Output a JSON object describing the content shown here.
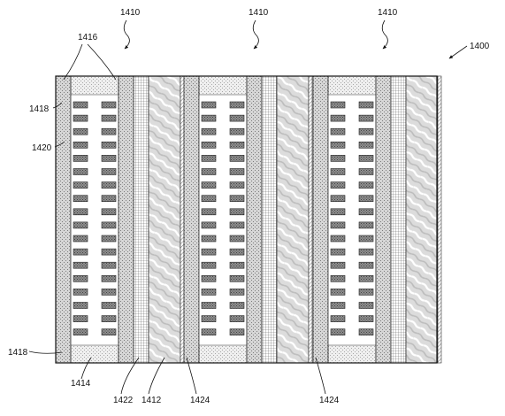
{
  "figure": {
    "labels": {
      "cell_a": "1410",
      "cell_b": "1410",
      "cell_c": "1410",
      "device": "1400",
      "fins": "1416",
      "top_bar": "1418",
      "left_cols": "1420",
      "bottom_bar": "1418",
      "core": "1414",
      "dotted_layer": "1422",
      "separator": "1412",
      "separator_edge_a": "1424",
      "separator_edge_b": "1424"
    }
  }
}
